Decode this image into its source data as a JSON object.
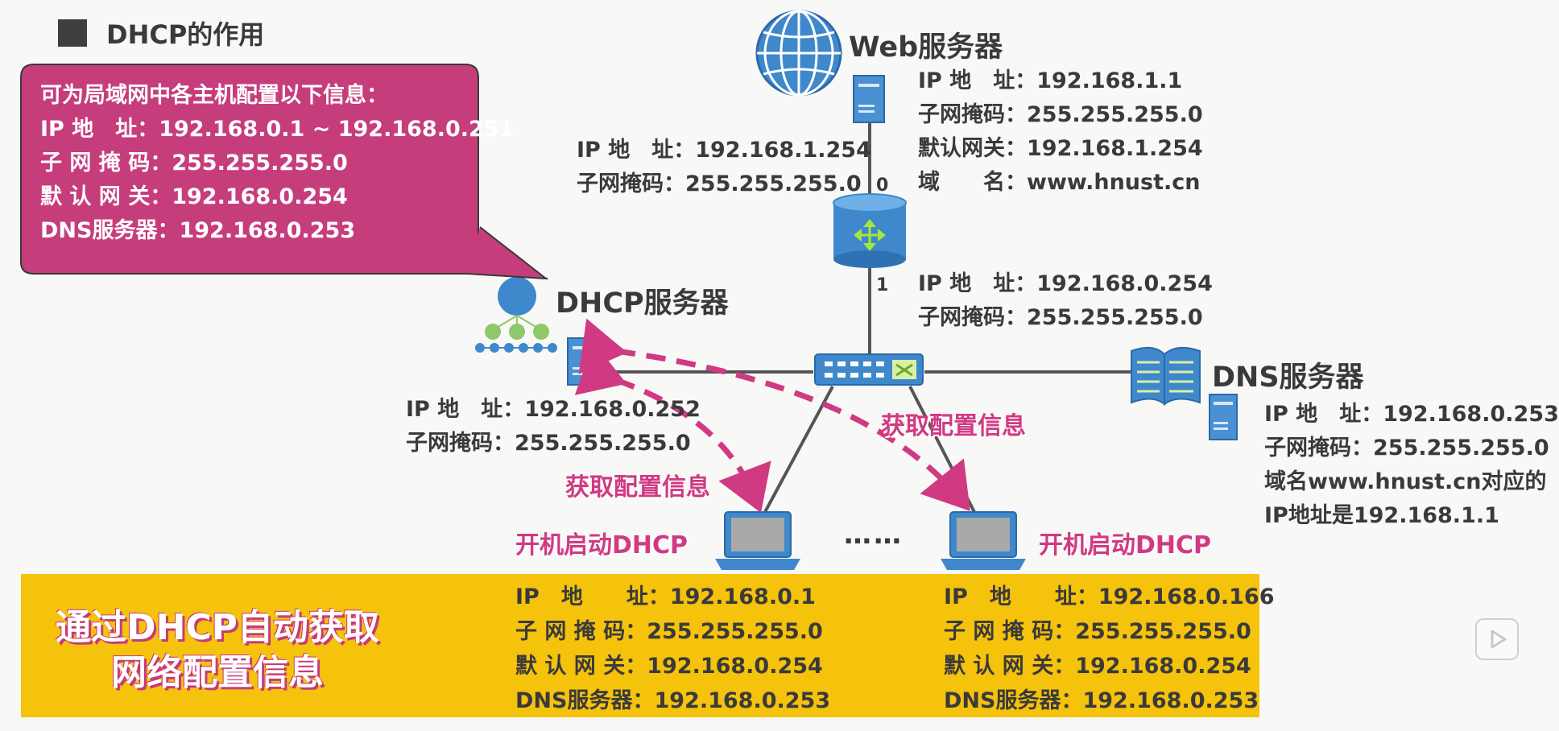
{
  "title": "DHCP的作用",
  "callout": {
    "heading": "可为局域网中各主机配置以下信息：",
    "lines": [
      {
        "label": "IP 地　址：",
        "value": "192.168.0.1 ~ 192.168.0.251"
      },
      {
        "label": "子 网 掩 码：",
        "value": "255.255.255.0"
      },
      {
        "label": "默 认 网 关：",
        "value": "192.168.0.254"
      },
      {
        "label": "DNS服务器：",
        "value": "192.168.0.253"
      }
    ]
  },
  "web_server": {
    "name": "Web服务器",
    "info": [
      {
        "label": "IP 地　址：",
        "value": "192.168.1.1"
      },
      {
        "label": "子网掩码：",
        "value": "255.255.255.0"
      },
      {
        "label": "默认网关：",
        "value": "192.168.1.254"
      },
      {
        "label": "域　　名：",
        "value": "www.hnust.cn"
      }
    ]
  },
  "router": {
    "port0_label": "0",
    "port1_label": "1",
    "port0_info": [
      {
        "label": "IP 地　址：",
        "value": "192.168.1.254"
      },
      {
        "label": "子网掩码：",
        "value": "255.255.255.0"
      }
    ],
    "port1_info": [
      {
        "label": "IP 地　址：",
        "value": "192.168.0.254"
      },
      {
        "label": "子网掩码：",
        "value": "255.255.255.0"
      }
    ]
  },
  "dhcp_server": {
    "name": "DHCP服务器",
    "info": [
      {
        "label": "IP 地　址：",
        "value": "192.168.0.252"
      },
      {
        "label": "子网掩码：",
        "value": "255.255.255.0"
      }
    ]
  },
  "dns_server": {
    "name": "DNS服务器",
    "info": [
      {
        "label": "IP 地　址：",
        "value": "192.168.0.253"
      },
      {
        "label": "子网掩码：",
        "value": "255.255.255.0"
      }
    ],
    "note_line1": "域名www.hnust.cn对应的",
    "note_line2": "IP地址是192.168.1.1"
  },
  "arrows": {
    "left_label": "获取配置信息",
    "right_label": "获取配置信息"
  },
  "hosts": {
    "left_boot": "开机启动DHCP",
    "right_boot": "开机启动DHCP",
    "ellipsis": "……",
    "left_info": [
      {
        "label": "IP　地　　址：",
        "value": "192.168.0.1"
      },
      {
        "label": "子 网 掩 码：",
        "value": "255.255.255.0"
      },
      {
        "label": "默 认 网 关：",
        "value": "192.168.0.254"
      },
      {
        "label": "DNS服务器：",
        "value": "192.168.0.253"
      }
    ],
    "right_info": [
      {
        "label": "IP　地　　址：",
        "value": "192.168.0.166"
      },
      {
        "label": "子 网 掩 码：",
        "value": "255.255.255.0"
      },
      {
        "label": "默 认 网 关：",
        "value": "192.168.0.254"
      },
      {
        "label": "DNS服务器：",
        "value": "192.168.0.253"
      }
    ]
  },
  "banner": {
    "line1": "通过DHCP自动获取",
    "line2": "网络配置信息"
  },
  "colors": {
    "callout_bg": "#c63d7c",
    "banner_bg": "#f5c20c",
    "arrow": "#d03a83",
    "device_blue": "#3c85c8"
  }
}
